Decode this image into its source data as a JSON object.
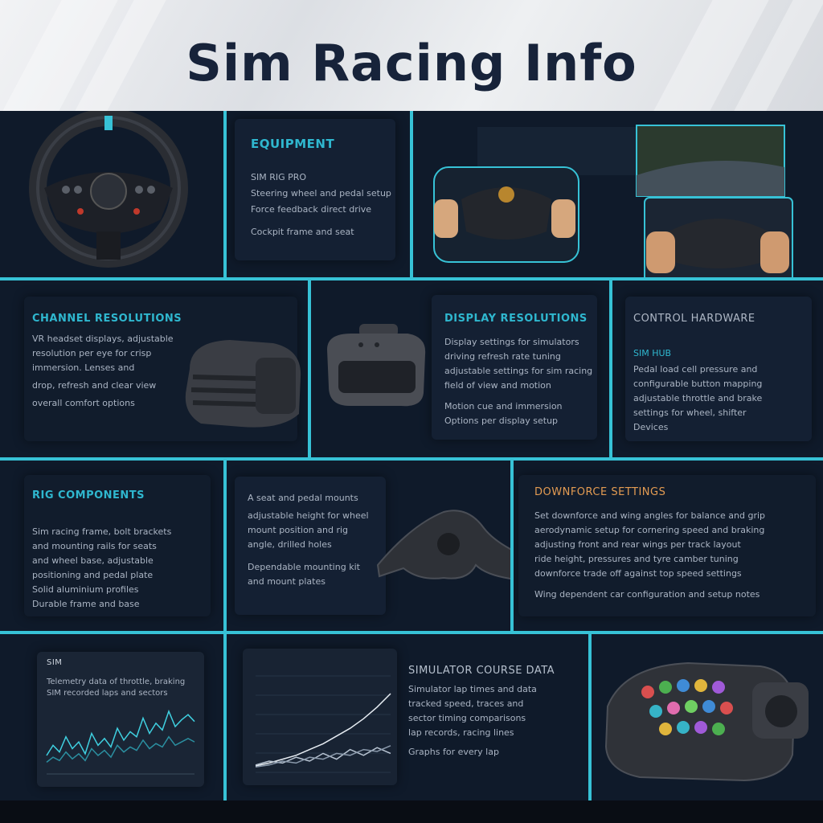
{
  "header": {
    "title": "Sim Racing Info"
  },
  "panels": {
    "equipment": {
      "title": "EQUIPMENT",
      "lines": [
        "SIM RIG PRO",
        "Steering wheel and pedal setup",
        "Force feedback direct drive",
        "Cockpit frame and seat"
      ]
    },
    "vr_left": {
      "title": "CHANNEL RESOLUTIONS",
      "lines": [
        "VR headset displays, adjustable",
        "resolution per eye for crisp",
        "immersion. Lenses and",
        "drop, refresh and clear view",
        "overall comfort options"
      ]
    },
    "vr_mid": {
      "title": "DISPLAY RESOLUTIONS",
      "lines": [
        "Display settings for simulators",
        "driving refresh rate tuning",
        "adjustable settings for sim racing",
        "field of view and motion",
        "Motion cue and immersion",
        "Options per display setup"
      ]
    },
    "vr_right": {
      "title": "CONTROL HARDWARE",
      "lines": [
        "SIM HUB",
        "Pedal load cell pressure and",
        "configurable button mapping",
        "adjustable throttle and brake",
        "settings for wheel, shifter",
        "Devices"
      ]
    },
    "rig": {
      "title": "RIG COMPONENTS",
      "lines": [
        "Sim racing frame, bolt brackets",
        "and mounting rails for seats",
        "and wheel base, adjustable",
        "positioning and pedal plate",
        "Solid aluminium profiles",
        "Durable frame and base"
      ]
    },
    "pedal": {
      "lines": [
        "A seat and pedal mounts",
        "adjustable height for wheel",
        "mount position and rig",
        "angle, drilled holes",
        "Dependable mounting kit",
        "and mount plates"
      ]
    },
    "downforce": {
      "title": "DOWNFORCE SETTINGS",
      "lines": [
        "Set downforce and wing angles for balance and grip",
        "aerodynamic setup for cornering speed and braking",
        "adjusting front and rear wings per track layout",
        "ride height, pressures and tyre camber tuning",
        "downforce trade off against top speed settings",
        "Wing dependent car configuration and setup notes"
      ]
    },
    "telemetry": {
      "label": "SIM",
      "lines": [
        "Telemetry data of throttle, braking",
        "SIM recorded laps and sectors"
      ]
    },
    "graph_card": {
      "title": "SIMULATOR COURSE DATA",
      "lines": [
        "Simulator lap times and data",
        "tracked speed, traces and",
        "sector timing comparisons",
        "lap records, racing lines",
        "Graphs for every lap"
      ]
    }
  },
  "chart_data": [
    {
      "type": "line",
      "title": "",
      "series": [
        {
          "name": "",
          "values": [
            18,
            30,
            22,
            40,
            26,
            34,
            20,
            44,
            30,
            38,
            28,
            50,
            36,
            46,
            40,
            62,
            44,
            56,
            48,
            70,
            52,
            60,
            66,
            58
          ]
        },
        {
          "name": "",
          "values": [
            10,
            16,
            12,
            22,
            14,
            20,
            12,
            26,
            18,
            24,
            16,
            30,
            22,
            28,
            24,
            36,
            26,
            32,
            28,
            40,
            30,
            34,
            38,
            34
          ]
        }
      ],
      "accent": "#3fd0e0"
    },
    {
      "type": "line",
      "title": "",
      "series": [
        {
          "name": "",
          "values": [
            5,
            8,
            12,
            16,
            22,
            28,
            36,
            44,
            54,
            66,
            80
          ]
        },
        {
          "name": "",
          "values": [
            6,
            10,
            8,
            14,
            10,
            18,
            12,
            22,
            16,
            24,
            18
          ]
        },
        {
          "name": "",
          "values": [
            4,
            6,
            10,
            8,
            14,
            12,
            18,
            16,
            22,
            20,
            26
          ]
        }
      ],
      "accent": "#e6ecf2"
    }
  ],
  "colors": {
    "accent": "#37c2d6",
    "panel": "#0f1a2a",
    "title": "#17233a"
  },
  "icons": [
    "steering-wheel-icon",
    "vr-headset-icon",
    "pedal-base-icon",
    "button-box-icon"
  ]
}
